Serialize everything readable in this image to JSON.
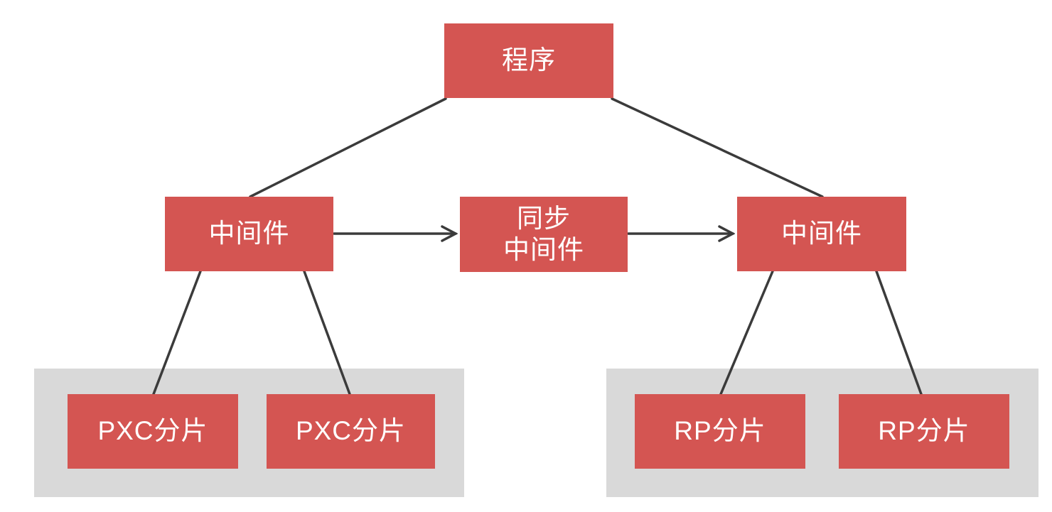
{
  "diagram": {
    "title": "sharding-middleware-architecture",
    "nodes": {
      "program": {
        "label": "程序"
      },
      "middleware_left": {
        "label": "中间件"
      },
      "sync_middleware": {
        "label_line1": "同步",
        "label_line2": "中间件"
      },
      "middleware_right": {
        "label": "中间件"
      },
      "pxc_shard_1": {
        "label": "PXC分片"
      },
      "pxc_shard_2": {
        "label": "PXC分片"
      },
      "rp_shard_1": {
        "label": "RP分片"
      },
      "rp_shard_2": {
        "label": "RP分片"
      }
    },
    "colors": {
      "node_fill": "#D45552",
      "node_text": "#FFFFFF",
      "group_fill": "#D9D9D9",
      "connector": "#3B3B3B"
    },
    "connections": [
      {
        "from": "program",
        "to": "middleware_left",
        "arrow": false
      },
      {
        "from": "program",
        "to": "middleware_right",
        "arrow": false
      },
      {
        "from": "middleware_left",
        "to": "sync_middleware",
        "arrow": true
      },
      {
        "from": "sync_middleware",
        "to": "middleware_right",
        "arrow": true
      },
      {
        "from": "middleware_left",
        "to": "pxc_shard_1",
        "arrow": false
      },
      {
        "from": "middleware_left",
        "to": "pxc_shard_2",
        "arrow": false
      },
      {
        "from": "middleware_right",
        "to": "rp_shard_1",
        "arrow": false
      },
      {
        "from": "middleware_right",
        "to": "rp_shard_2",
        "arrow": false
      }
    ]
  }
}
